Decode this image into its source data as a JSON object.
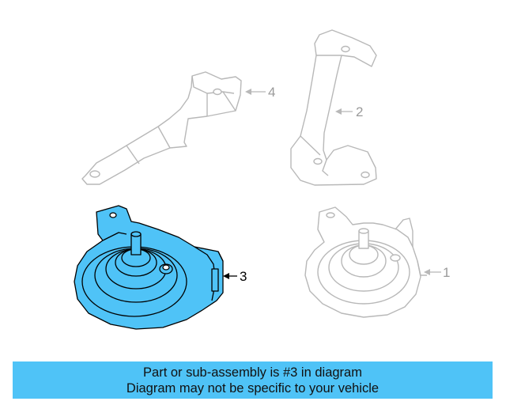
{
  "callouts": {
    "part_1": "1",
    "part_2": "2",
    "part_3": "3",
    "part_4": "4"
  },
  "banner": {
    "line1": "Part or sub-assembly is #3 in diagram",
    "line2": "Diagram may not be specific to your vehicle"
  },
  "colors": {
    "highlight": "#4fc3f7",
    "faded_line": "#b8b8b8",
    "active_line": "#000000",
    "banner_bg": "#4fc3f7"
  }
}
